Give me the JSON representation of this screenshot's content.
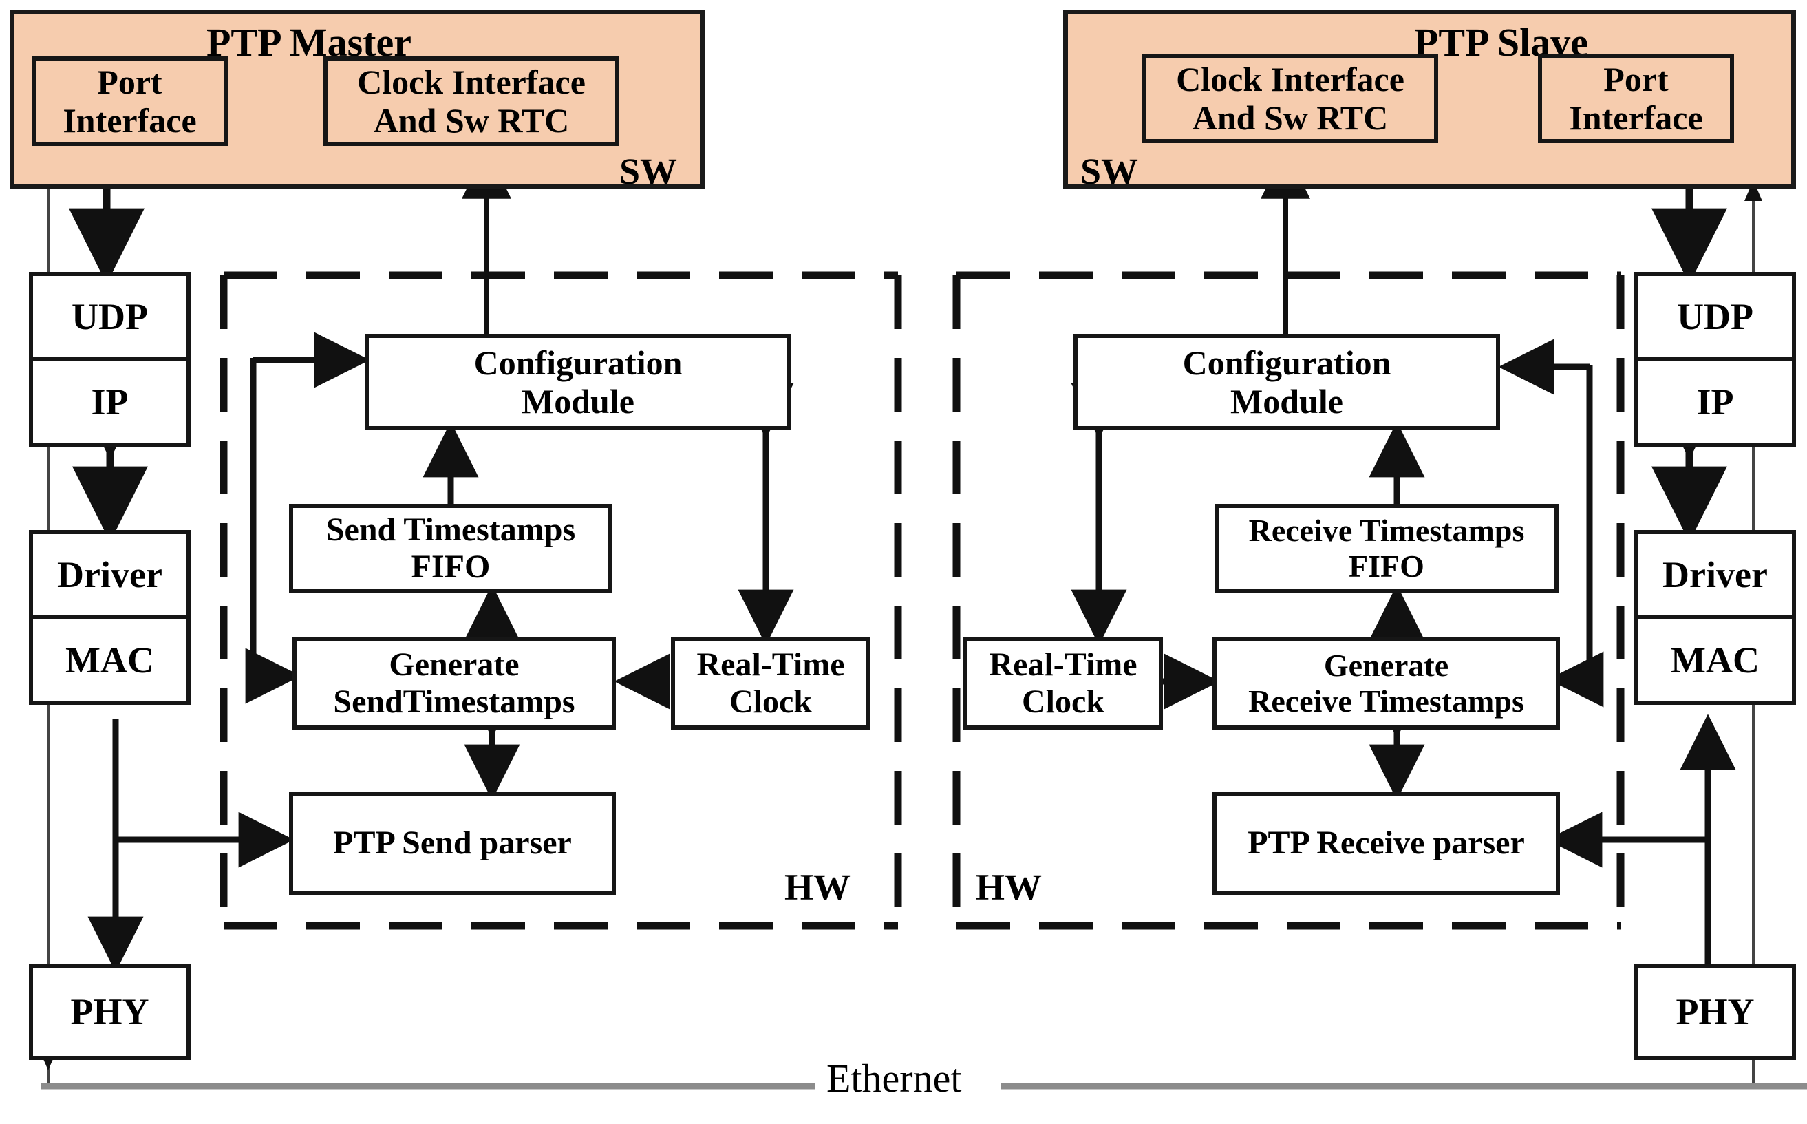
{
  "diagram": {
    "title_master": "PTP Master",
    "title_slave": "PTP Slave",
    "ethernet_label": "Ethernet",
    "sw_tag": "SW",
    "hw_tag": "HW",
    "colors": {
      "sw_region_fill": "#F6CCAE",
      "box_border": "#161616",
      "ethernet_line": "#8c8c8c",
      "background": "#FFFFFF"
    }
  },
  "master": {
    "sw": {
      "label": "PTP Master",
      "tag": "SW",
      "port_interface": "Port\nInterface",
      "port_interface_l1": "Port",
      "port_interface_l2": "Interface",
      "clock_interface_l1": "Clock Interface",
      "clock_interface_l2": "And Sw RTC"
    },
    "stack": [
      {
        "label": "UDP"
      },
      {
        "label": "IP"
      },
      {
        "label": "Driver"
      },
      {
        "label": "MAC"
      },
      {
        "label": "PHY"
      }
    ],
    "hw": {
      "tag": "HW",
      "config_module_l1": "Configuration",
      "config_module_l2": "Module",
      "fifo_l1": "Send Timestamps",
      "fifo_l2": "FIFO",
      "generate_l1": "Generate",
      "generate_l2": "SendTimestamps",
      "rtc_l1": "Real-Time",
      "rtc_l2": "Clock",
      "parser": "PTP  Send parser"
    }
  },
  "slave": {
    "sw": {
      "label": "PTP Slave",
      "tag": "SW",
      "port_interface_l1": "Port",
      "port_interface_l2": "Interface",
      "clock_interface_l1": "Clock Interface",
      "clock_interface_l2": "And Sw RTC"
    },
    "stack": [
      {
        "label": "UDP"
      },
      {
        "label": "IP"
      },
      {
        "label": "Driver"
      },
      {
        "label": "MAC"
      },
      {
        "label": "PHY"
      }
    ],
    "hw": {
      "tag": "HW",
      "config_module_l1": "Configuration",
      "config_module_l2": "Module",
      "fifo_l1": "Receive Timestamps",
      "fifo_l2": "FIFO",
      "generate_l1": "Generate",
      "generate_l2": "Receive Timestamps",
      "rtc_l1": "Real-Time",
      "rtc_l2": "Clock",
      "parser": "PTP  Receive  parser"
    }
  }
}
